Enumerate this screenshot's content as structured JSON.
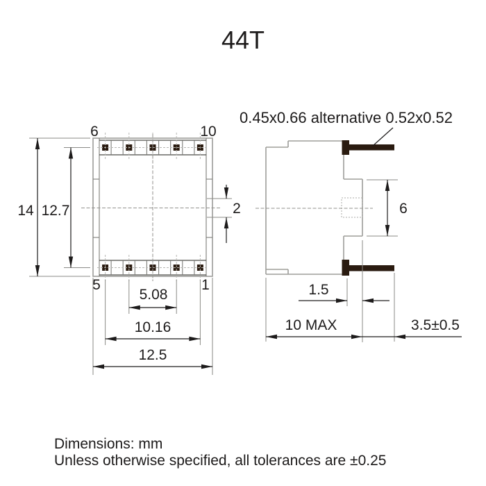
{
  "title": "44T",
  "front_view": {
    "pin_labels": {
      "top_left": "6",
      "top_right": "10",
      "bottom_left": "5",
      "bottom_right": "1"
    },
    "dims": {
      "body_height": "14",
      "pin_row_span": "12.7",
      "side_notch": "2",
      "pin_pitch_2": "5.08",
      "pin_pitch_4": "10.16",
      "body_width": "12.5"
    }
  },
  "side_view": {
    "lead_note": "0.45x0.66 alternative 0.52x0.52",
    "dims": {
      "window_height": "6",
      "step_depth": "1.5",
      "body_depth": "10 MAX",
      "lead_length": "3.5±0.5"
    }
  },
  "notes": {
    "units": "Dimensions: mm",
    "tolerance": "Unless otherwise specified, all tolerances are ±0.25"
  },
  "colors": {
    "ink": "#1c1a1a",
    "outline_gray": "#9d9d99",
    "pin_fill": "#2a1b10",
    "background": "#ffffff"
  }
}
